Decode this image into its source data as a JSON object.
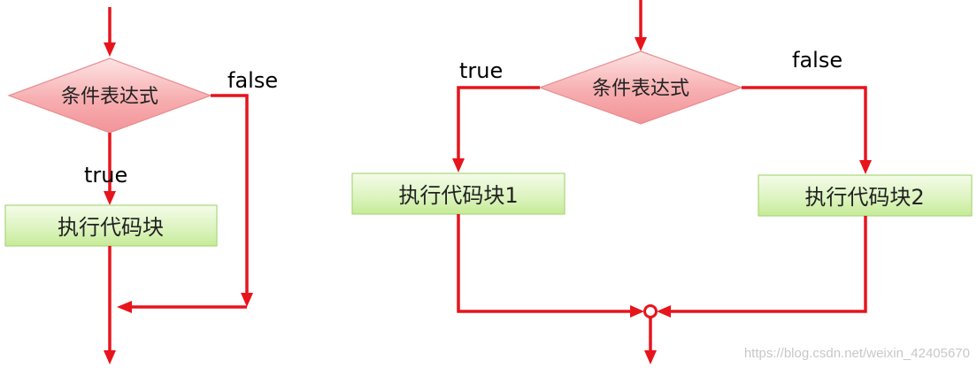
{
  "left_flow": {
    "condition": "条件表达式",
    "block": "执行代码块",
    "true_label": "true",
    "false_label": "false"
  },
  "right_flow": {
    "condition": "条件表达式",
    "block_true": "执行代码块1",
    "block_false": "执行代码块2",
    "true_label": "true",
    "false_label": "false"
  },
  "watermark": "https://blog.csdn.net/weixin_42405670",
  "colors": {
    "arrow": "#e8141c",
    "decision_fill": "#f6a3a6",
    "process_fill": "#d9f2b8"
  }
}
